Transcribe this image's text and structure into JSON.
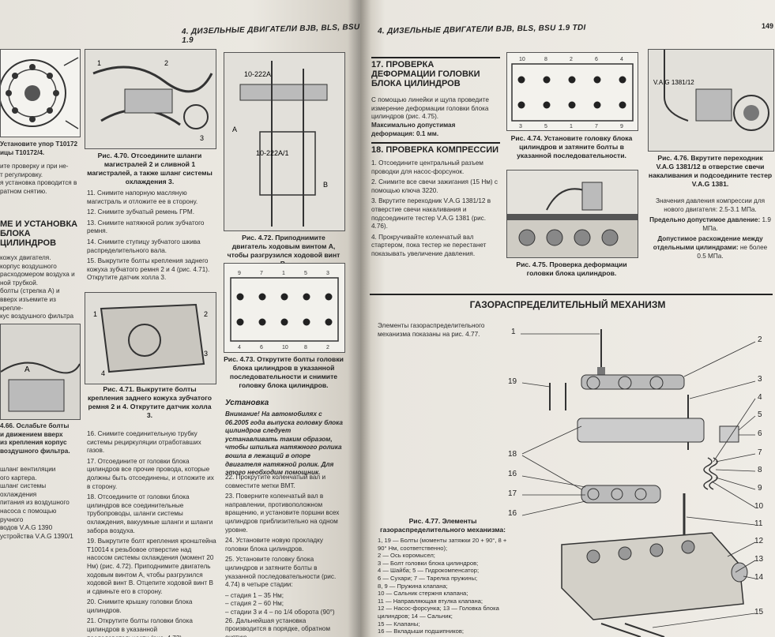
{
  "left_page": {
    "header": "4. ДИЗЕЛЬНЫЕ ДВИГАТЕЛИ BJB, BLS, BSU 1.9",
    "col1_top": [
      "Установите упор T10172",
      "ицы T10172/4.",
      "ите проверку и при не-",
      "т регулировку.",
      "я установка проводится в",
      "ратном снятию."
    ],
    "col1_sec": [
      "МЕ И УСТАНОВКА",
      "БЛОКА ЦИЛИНДРОВ"
    ],
    "col1_mid": [
      "кожух двигателя.",
      "корпус воздушного",
      "расходомером воздуха и",
      "ной трубкой.",
      "болты (стрелка А) и",
      "вверх изъемите из крепле-",
      "кус воздушного фильтра"
    ],
    "col1_bottom": [
      "4.66. Ослабьте болты",
      "и движением вверх",
      "из крепления корпус",
      "воздушного фильтра.",
      "шланг вентиляции",
      "ого картера.",
      "шланг системы охлаждения",
      "питания из воздушного",
      "насоса с помощью ручного",
      "водов V.A.G 1390",
      "устройства V.A.G 1390/1"
    ],
    "fig470_caption": "Рис. 4.70. Отсоедините шланги магистралей 2 и сливной 1 магистралей, а также шланг системы охлаждения 3.",
    "fig471_caption": "Рис. 4.71. Выкрутите болты крепления заднего кожуха зубчатого ремня 2 и 4. Открутите датчик холла 3.",
    "fig472_caption": "Рис. 4.72. Приподнимите двигатель ходовым винтом А, чтобы разгрузился ходовой винт В.",
    "fig473_caption": "Рис. 4.73. Открутите болты головки блока цилиндров в указанной последовательности и снимите головку блока цилиндров.",
    "col2_steps": [
      "11. Снимите напорную масляную магистраль и отложите ее в сторону.",
      "12. Снимите зубчатый ремень ГРМ.",
      "13. Снимите натяжной ролик зубчатого ремня.",
      "14. Снимите ступицу зубчатого шкива распределительного вала.",
      "15. Выкрутите болты крепления заднего кожуха зубчатого ремня 2 и 4 (рис. 4.71). Открутите датчик холла 3."
    ],
    "col2_steps_b": [
      "16. Снимите соединительную трубку системы рециркуляции отработавших газов.",
      "17. Отсоедините от головки блока цилиндров все прочие провода, которые должны быть отсоединены, и отложите их в сторону.",
      "18. Отсоедините от головки блока цилиндров все соединительные трубопроводы, шланги системы охлаждения, вакуумные шланги и шланги забора воздуха.",
      "19. Выкрутите болт крепления кронштейна T10014 к резьбовое отверстие над насосом системы охлаждения (момент 20 Нм) (рис. 4.72). Приподнимите двигатель ходовым винтом А, чтобы разгрузился ходовой винт В. Отцепите ходовой винт В и сдвиньте его в сторону.",
      "20. Снимите крышку головки блока цилиндров.",
      "21. Открутите болты головки блока цилиндров в указанной последовательности (рис. 4.73)."
    ],
    "install_title": "Установка",
    "install_warning": "Внимание! На автомобилях с 06.2005 года выпуска головку блока цилиндров следует устанавливать таким образом, чтобы шпилька натяжного ролика вошла в лежащий в опоре двигателя натяжной ролик. Для этого необходим помощник.",
    "install_steps": [
      "22. Прокрутите коленчатый вал и совместите метки ВМТ.",
      "23. Поверните коленчатый вал в направлении, противоположном вращению, и установите поршни всех цилиндров приблизительно на одном уровне.",
      "24. Установите новую прокладку головки блока цилиндров.",
      "25. Установите головку блока цилиндров и затяните болты в указанной последовательности (рис. 4.74) в четыре стадии:",
      "– стадия 1 – 35 Нм;",
      "– стадия 2 – 60 Нм;",
      "– стадии 3 и 4 – по 1/4 оборота (90°)",
      "26. Дальнейшая установка производится в порядке, обратном снятию."
    ]
  },
  "right_page": {
    "header": "4. ДИЗЕЛЬНЫЕ ДВИГАТЕЛИ BJB, BLS, BSU 1.9 TDI",
    "page_number": "149",
    "sec17_title": "17. ПРОВЕРКА ДЕФОРМАЦИИ ГОЛОВКИ БЛОКА ЦИЛИНДРОВ",
    "sec17_text": "С помощью линейки и щупа проведите измерение деформации головки блока цилиндров (рис. 4.75).",
    "sec17_max": "Максимально допустимая деформация: 0.1 мм.",
    "sec18_title": "18. ПРОВЕРКА КОМПРЕССИИ",
    "sec18_steps": [
      "1. Отсоедините центральный разъем проводки для насос-форсунок.",
      "2. Снимите все свечи зажигания (15 Нм) с помощью ключа 3220.",
      "3. Вкрутите переходник V.A.G 1381/12 в отверстие свечи накаливания и подсоедините тестер V.A.G 1381 (рис. 4.76).",
      "4. Прокручивайте коленчатый вал стартером, пока тестер не перестанет показывать увеличение давления."
    ],
    "fig474_caption": "Рис. 4.74. Установите головку блока цилиндров и затяните болты в указанной последовательности.",
    "fig475_caption": "Рис. 4.75. Проверка деформации головки блока цилиндров.",
    "fig476_caption": "Рис. 4.76. Вкрутите переходник V.A.G 1381/12 в отверстие свечи накаливания и подсоедините тестер V.A.G 1381.",
    "compression_new_label": "Значения давления компрессии для нового двигателя:",
    "compression_new": "2.5-3.1 МПа.",
    "compression_limit_label": "Предельно допустимое давление:",
    "compression_limit": "1.9 МПа.",
    "compression_diff_label": "Допустимое расхождение между отдельными цилиндрами:",
    "compression_diff": "не более 0.5 МПа.",
    "gas_title": "ГАЗОРАСПРЕДЕЛИТЕЛЬНЫЙ МЕХАНИЗМ",
    "gas_intro": "Элементы газораспределительного механизма показаны на рис. 4.77.",
    "fig477_caption_title": "Рис. 4.77. Элементы газораспределительного механизма:",
    "fig477_legend": [
      "1, 19 — Болты (моменты затяжки 20 + 90°, 8 + 90° Нм, соответственно);",
      "2 — Ось коромысел;",
      "3 — Болт головки блока цилиндров;",
      "4 — Шайба; 5 — Гидрокомпенсатор;",
      "6 — Сухари; 7 — Тарелка пружины;",
      "8, 9 — Пружина клапана;",
      "10 — Сальник стержня клапана;",
      "11 — Направляющая втулка клапана;",
      "12 — Насос-форсунка; 13 — Головка блока цилиндров; 14 — Сальник;",
      "15 — Клапаны;",
      "16 — Вкладыши подшипников;"
    ],
    "fig477_callouts": [
      "1",
      "2",
      "3",
      "4",
      "5",
      "6",
      "7",
      "8",
      "9",
      "10",
      "11",
      "12",
      "13",
      "14",
      "15",
      "16",
      "16",
      "17",
      "18",
      "19"
    ],
    "vag_label": "V.A.G 1381/12"
  }
}
